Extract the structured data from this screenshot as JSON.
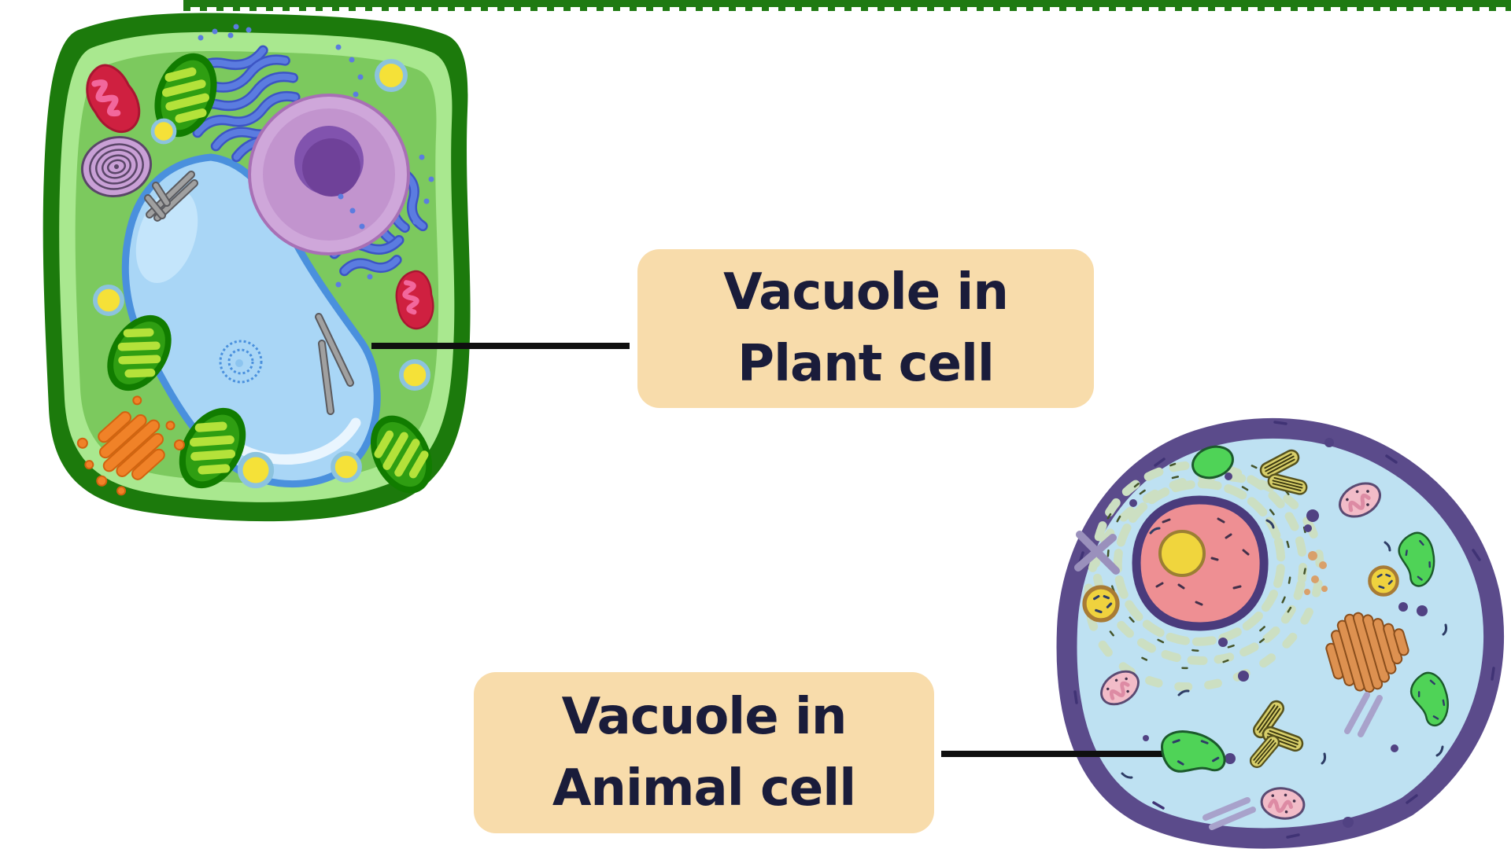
{
  "labels": {
    "plant": {
      "line1": "Vacuole in",
      "line2": "Plant cell"
    },
    "animal": {
      "line1": "Vacuole in",
      "line2": "Animal cell"
    }
  },
  "colors": {
    "page_bg": "#ffffff",
    "top_strip": "#1f7a12",
    "label_bg": "#f8dcab",
    "label_text": "#1a1c3a",
    "connector": "#0f0f0f",
    "plant_wall": "#1c7a0c",
    "plant_membrane": "#a9e88f",
    "plant_cytoplasm": "#7cc95e",
    "chloro_dark": "#117c00",
    "chloro_mid": "#2f9e12",
    "chloro_stripe": "#b4e23a",
    "mito_red": "#cf2040",
    "mito_red_dark": "#a81631",
    "mito_red_inner": "#f2679c",
    "golgi_orange": "#f08228",
    "golgi_outline": "#d2620f",
    "vesicle_yellow": "#f5e138",
    "vesicle_ring": "#8cc3de",
    "vacuole_fill": "#a9d6f6",
    "vacuole_border": "#4a90dd",
    "vacuole_highlight": "#e9f5fe",
    "vacuole_soft": "#c9e7fb",
    "er_blue": "#5b7ce0",
    "er_outline": "#3c55c4",
    "nucleus_outer": "#cfa7da",
    "nucleus_ring": "#a870b5",
    "nucleus_mid": "#c294ce",
    "nucleolus": "#8153ae",
    "nucleolus_dark": "#6f4199",
    "spiral_fill": "#c9a0d6",
    "spiral_ring": "#5a4668",
    "rod_gray": "#a0a0a0",
    "rod_edge": "#5a5a5e",
    "animal_membrane": "#5b4b8b",
    "animal_membrane_dash": "#403375",
    "animal_cytoplasm": "#bee1f2",
    "animal_nucleus": "#ee8f93",
    "animal_nucleus_ring": "#4a3b7c",
    "animal_nucleolus": "#f0d53d",
    "animal_nucleolus_ring": "#9b7f33",
    "animal_chromatin": "#43304a",
    "animal_er": "#ccdfc2",
    "animal_er_dash": "#44542a",
    "animal_green": "#4fd357",
    "animal_green_dark": "#1c5a2c",
    "animal_centriole": "#d8cf6a",
    "animal_centriole_dark": "#55511d",
    "animal_centriole_line": "#3c390f",
    "animal_mito": "#f2bcc8",
    "animal_mito_line": "#dd8ba4",
    "animal_mito_ring": "#5a4a72",
    "animal_lysosome": "#efd23e",
    "animal_lysosome_ring": "#a87b35",
    "animal_golgi": "#dd9150",
    "animal_golgi_dark": "#8a4e1c",
    "animal_dot": "#514283",
    "animal_rod": "#a8a2cb",
    "animal_tan": "#d9a06a",
    "animal_x": "#9a90bc",
    "animal_dash": "#2e3d66"
  }
}
